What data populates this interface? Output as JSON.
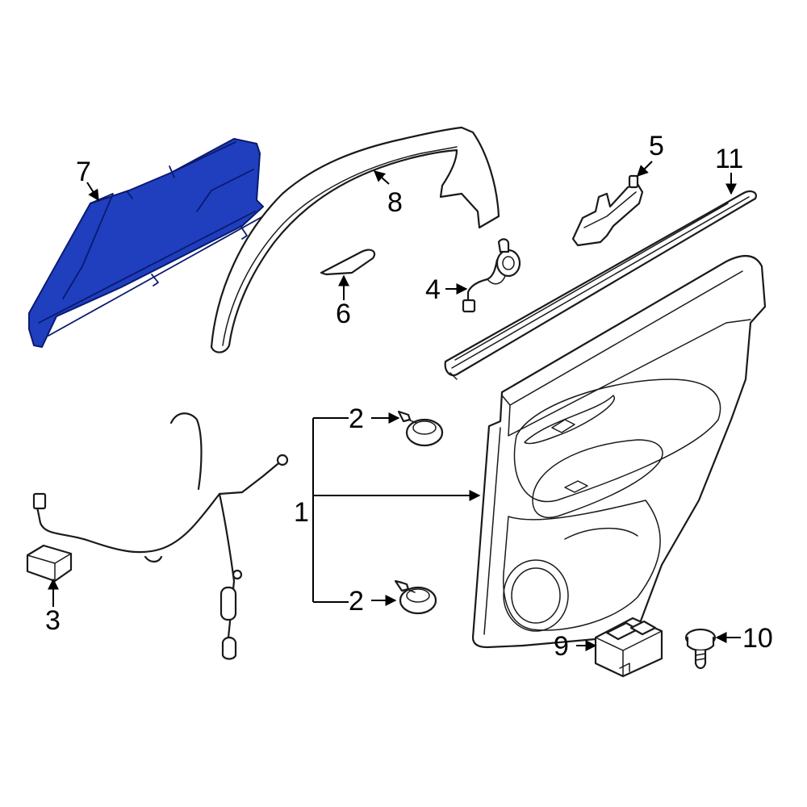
{
  "colors": {
    "highlight_fill": "#1f3fbf",
    "highlight_stroke": "#0a1a6e",
    "line": "#1a1a1a",
    "background": "#ffffff"
  },
  "callouts": {
    "c1": "1",
    "c2a": "2",
    "c2b": "2",
    "c3": "3",
    "c4": "4",
    "c5": "5",
    "c6": "6",
    "c7": "7",
    "c8": "8",
    "c9": "9",
    "c10": "10",
    "c11": "11"
  },
  "highlighted_part": "7"
}
